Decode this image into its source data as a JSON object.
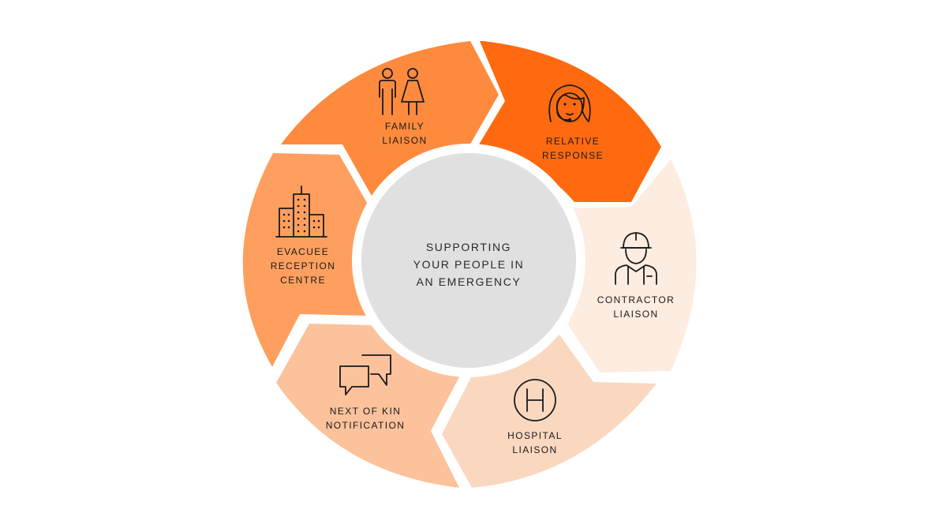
{
  "center": {
    "lines": [
      "SUPPORTING",
      "YOUR PEOPLE IN",
      "AN EMERGENCY"
    ],
    "color": "#e0e0e0"
  },
  "segments": [
    {
      "id": "relative-response",
      "lines": [
        "RELATIVE",
        "RESPONSE"
      ],
      "icon": "headset-person-icon",
      "color": "#ff6a10"
    },
    {
      "id": "contractor-liaison",
      "lines": [
        "CONTRACTOR",
        "LIAISON"
      ],
      "icon": "hard-hat-worker-icon",
      "color": "#fdece0"
    },
    {
      "id": "hospital-liaison",
      "lines": [
        "HOSPITAL",
        "LIAISON"
      ],
      "icon": "hospital-h-icon",
      "color": "#fad8c0"
    },
    {
      "id": "next-of-kin-notification",
      "lines": [
        "NEXT OF KIN",
        "NOTIFICATION"
      ],
      "icon": "speech-bubbles-icon",
      "color": "#fbc29c"
    },
    {
      "id": "evacuee-reception-centre",
      "lines": [
        "EVACUEE",
        "RECEPTION",
        "CENTRE"
      ],
      "icon": "buildings-icon",
      "color": "#fe9f60"
    },
    {
      "id": "family-liaison",
      "lines": [
        "FAMILY",
        "LIAISON"
      ],
      "icon": "family-people-icon",
      "color": "#fe8a3e"
    }
  ]
}
